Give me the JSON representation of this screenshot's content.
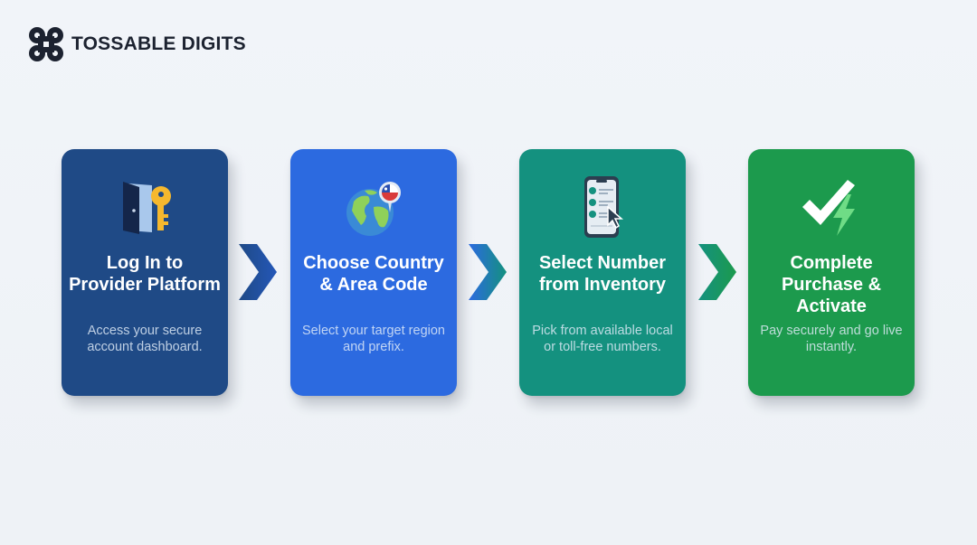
{
  "brand": {
    "name": "TOSSABLE DIGITS",
    "logo_icon": "command-key-icon"
  },
  "steps": [
    {
      "title": "Log In to Provider Platform",
      "description": "Access your secure account dashboard.",
      "icon": "door-key-icon",
      "color": "#1f4a86"
    },
    {
      "title": "Choose Country & Area Code",
      "description": "Select your target region and prefix.",
      "icon": "globe-location-pin-icon",
      "color": "#2c6ae0"
    },
    {
      "title": "Select Number from Inventory",
      "description": "Pick from available local or toll-free numbers.",
      "icon": "phone-list-cursor-icon",
      "color": "#14917f"
    },
    {
      "title": "Complete Purchase & Activate",
      "description": "Pay securely and go live instantly.",
      "icon": "checkmark-lightning-icon",
      "color": "#1c9a4d"
    }
  ],
  "connectors": [
    {
      "icon": "chevron-right-icon",
      "color_from": "#1f4a86",
      "color_to": "#2457b8"
    },
    {
      "icon": "chevron-right-icon",
      "color_from": "#2c6ae0",
      "color_to": "#14917f"
    },
    {
      "icon": "chevron-right-icon",
      "color_from": "#14917f",
      "color_to": "#1c9a4d"
    }
  ]
}
